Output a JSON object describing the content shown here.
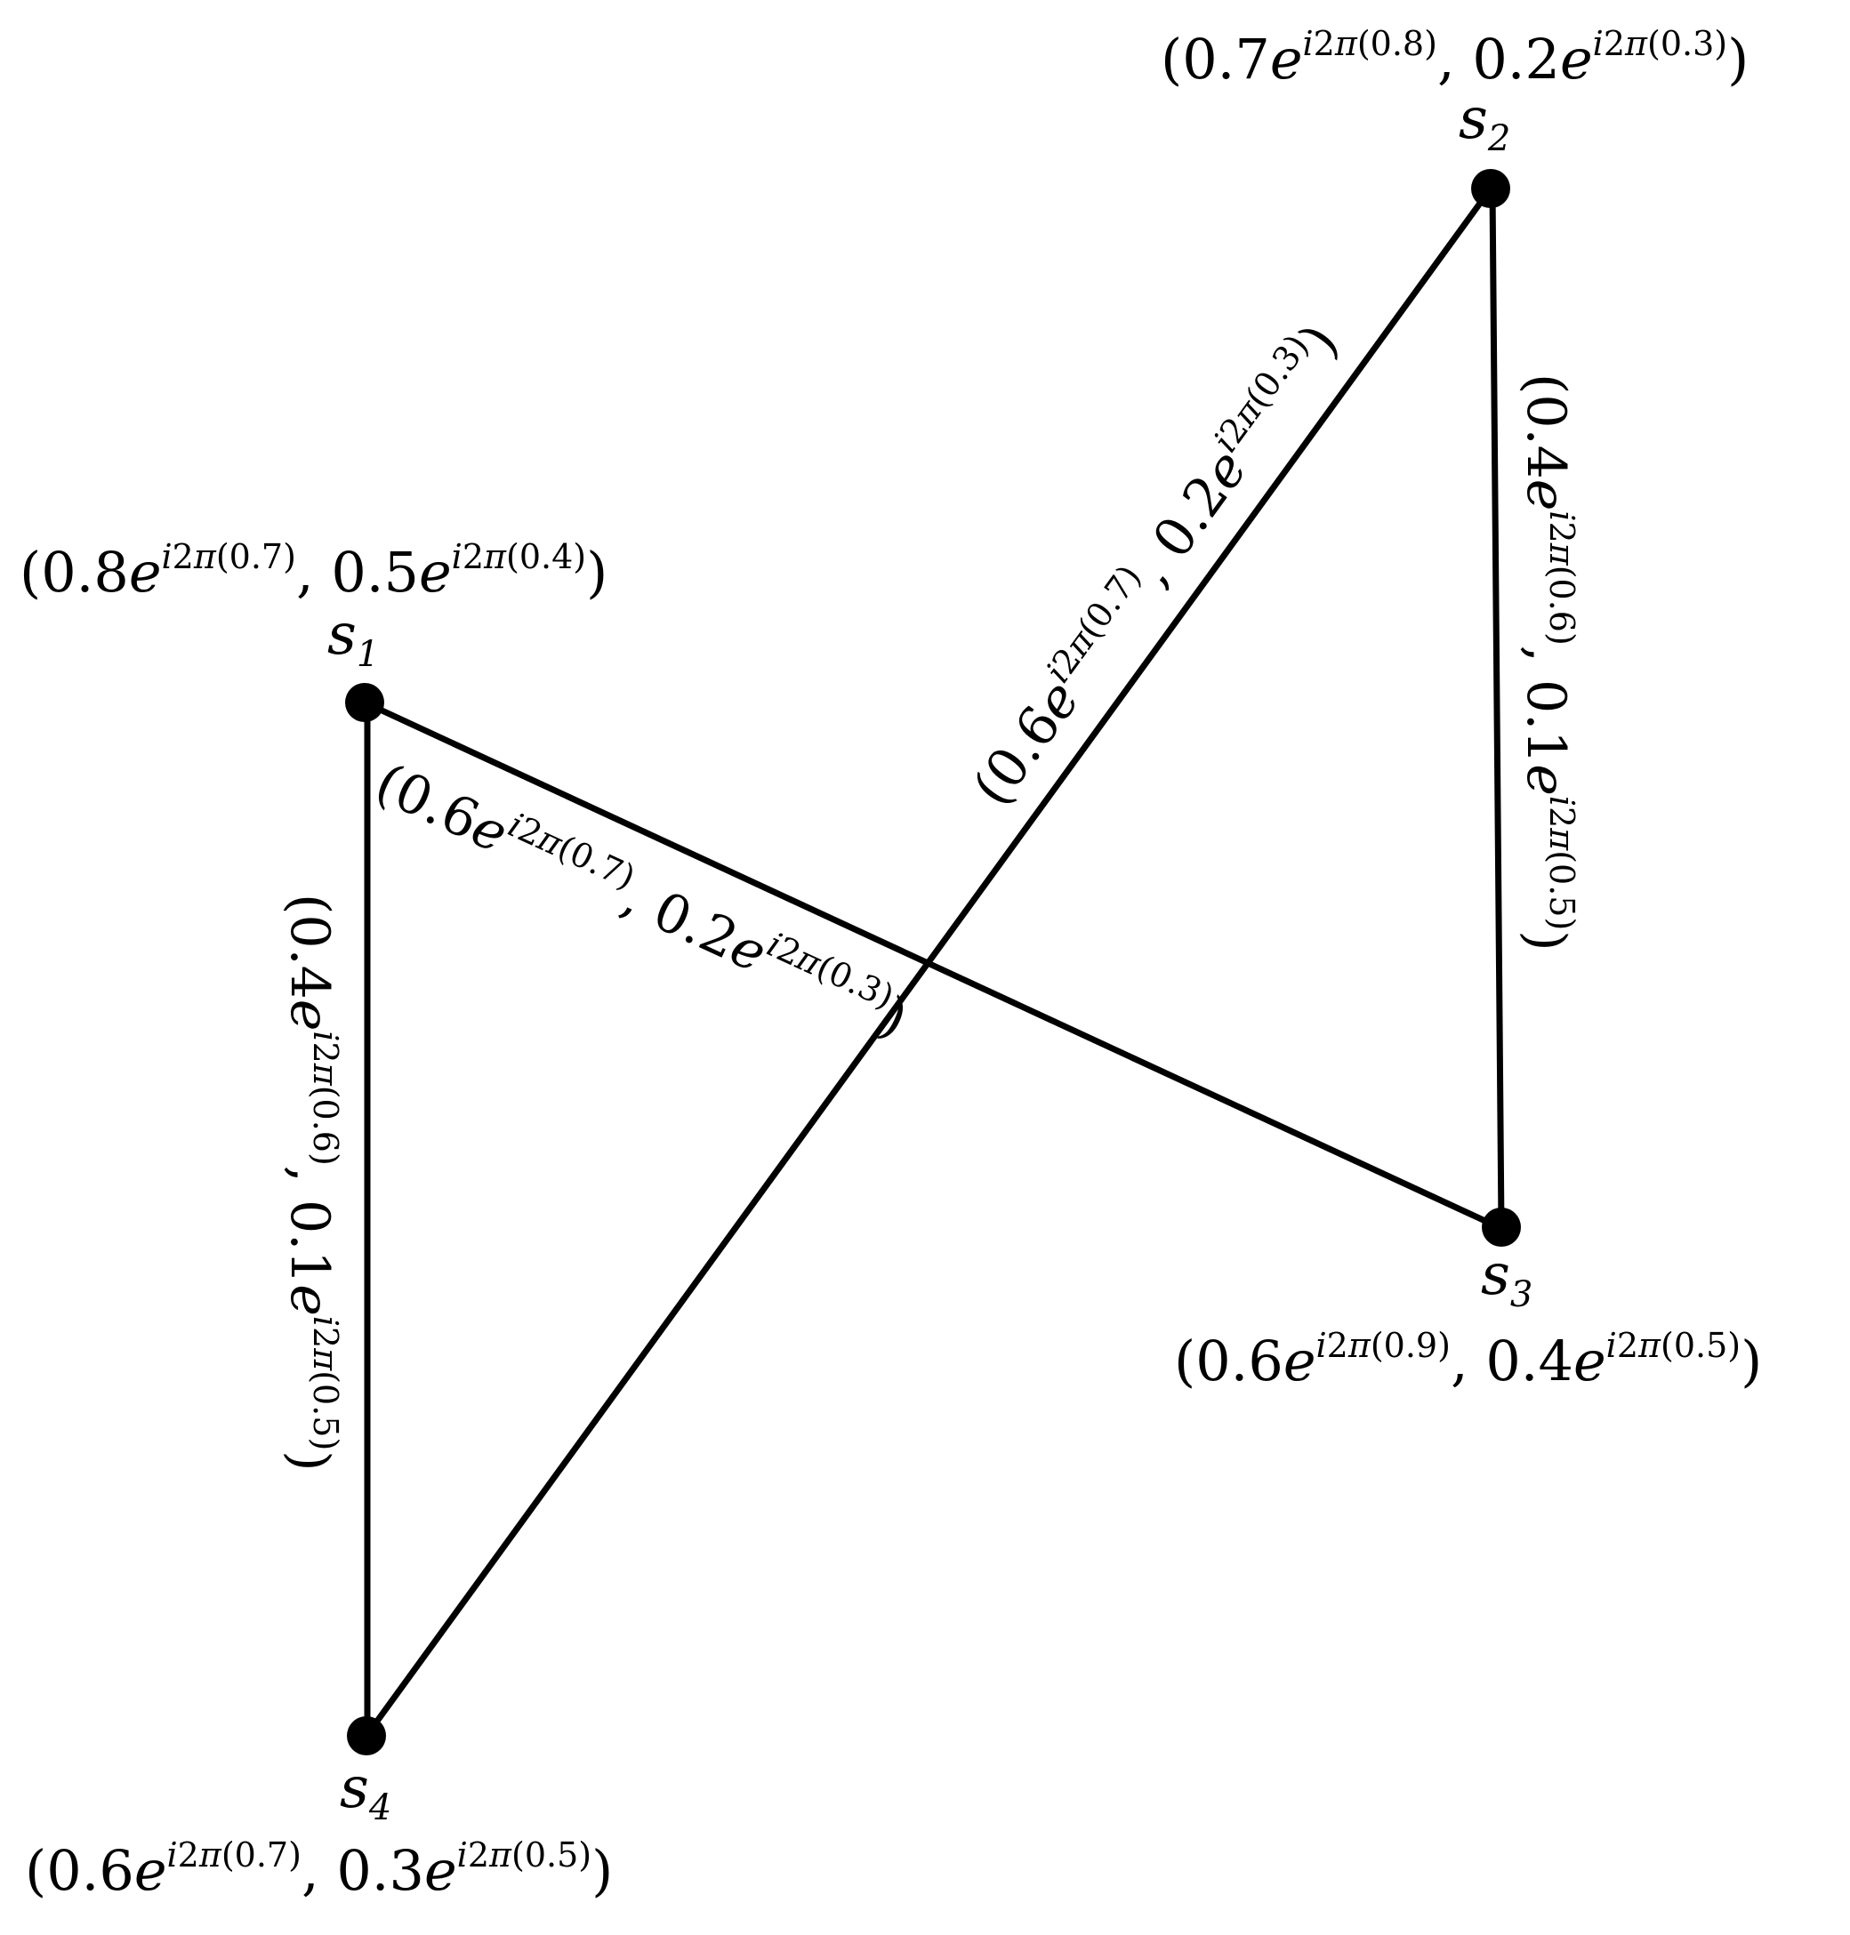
{
  "graph": {
    "nodes": [
      {
        "id": "s1",
        "name": "s",
        "sub": "1",
        "mag1": "0.8",
        "phase1": "0.7",
        "mag2": "0.5",
        "phase2": "0.4"
      },
      {
        "id": "s2",
        "name": "s",
        "sub": "2",
        "mag1": "0.7",
        "phase1": "0.8",
        "mag2": "0.2",
        "phase2": "0.3"
      },
      {
        "id": "s3",
        "name": "s",
        "sub": "3",
        "mag1": "0.6",
        "phase1": "0.9",
        "mag2": "0.4",
        "phase2": "0.5"
      },
      {
        "id": "s4",
        "name": "s",
        "sub": "4",
        "mag1": "0.6",
        "phase1": "0.7",
        "mag2": "0.3",
        "phase2": "0.5"
      }
    ],
    "edges": [
      {
        "from": "s1",
        "to": "s3",
        "mag1": "0.6",
        "phase1": "0.7",
        "mag2": "0.2",
        "phase2": "0.3"
      },
      {
        "from": "s2",
        "to": "s4",
        "mag1": "0.6",
        "phase1": "0.7",
        "mag2": "0.2",
        "phase2": "0.3"
      },
      {
        "from": "s2",
        "to": "s3",
        "mag1": "0.4",
        "phase1": "0.6",
        "mag2": "0.1",
        "phase2": "0.5"
      },
      {
        "from": "s1",
        "to": "s4",
        "mag1": "0.4",
        "phase1": "0.6",
        "mag2": "0.1",
        "phase2": "0.5"
      }
    ]
  }
}
